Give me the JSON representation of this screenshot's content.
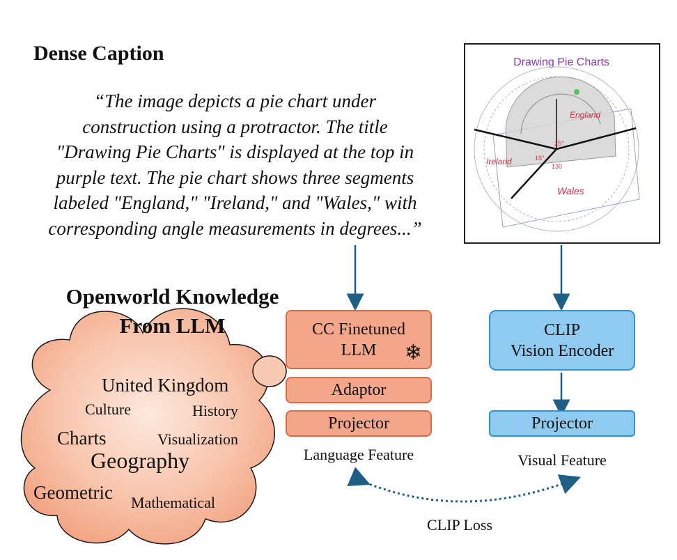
{
  "dense_caption": {
    "title": "Dense Caption",
    "lines": [
      "“The image depicts a pie chart under",
      "construction using a protractor. The title",
      "\"Drawing Pie Charts\" is displayed at the top in",
      "purple text. The pie chart shows three segments",
      "labeled \"England,\" \"Ireland,\" and \"Wales,\" with",
      "corresponding angle measurements in degrees...”"
    ]
  },
  "knowledge": {
    "title_lines": [
      "Openworld Knowledge",
      "From LLM"
    ],
    "words": [
      "United Kingdom",
      "Culture",
      "History",
      "Charts",
      "Visualization",
      "Geography",
      "Geometric",
      "Mathematical"
    ]
  },
  "thumbnail": {
    "title": "Drawing Pie Charts",
    "labels": [
      "England",
      "Ireland",
      "Wales"
    ],
    "angles": [
      "25°",
      "15°",
      "130"
    ]
  },
  "language_branch": {
    "llm_lines": [
      "CC Finetuned",
      "LLM"
    ],
    "adaptor": "Adaptor",
    "projector": "Projector",
    "feature_label": "Language Feature"
  },
  "vision_branch": {
    "encoder_lines": [
      "CLIP",
      "Vision Encoder"
    ],
    "projector": "Projector",
    "feature_label": "Visual Feature"
  },
  "loss_label": "CLIP Loss",
  "colors": {
    "orange_fill": "#f4a68b",
    "orange_border": "#e06a46",
    "blue_fill": "#8fcaf0",
    "blue_border": "#2b94d6",
    "arrow": "#1f5f86",
    "cloud_light": "#fde7db",
    "cloud_dark": "#f2a483",
    "title_purple": "#8e35b3"
  }
}
